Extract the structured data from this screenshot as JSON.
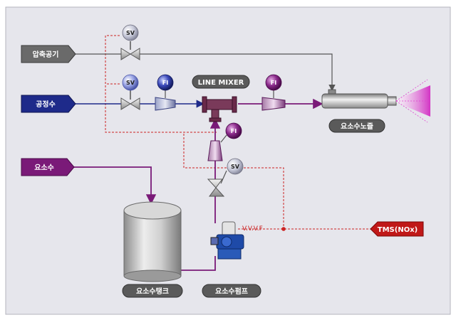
{
  "inputs": {
    "compressed_air": "압축공기",
    "process_water": "공정수",
    "urea_solution": "요소수"
  },
  "components": {
    "line_mixer": "LINE MIXER",
    "urea_nozzle": "요소수노즐",
    "urea_tank": "요소수탱크",
    "urea_pump": "요소수펌프",
    "tms": "TMS(NOx)",
    "vvvf": "V.V.V.F"
  },
  "instruments": {
    "sv": "SV",
    "fi": "FI"
  },
  "colors": {
    "background": "#e6e6ec",
    "air_line": "#555555",
    "water_line": "#1e2a8a",
    "urea_line": "#7a1a78",
    "signal_line": "#cc2222",
    "tms_box": "#c01818",
    "sv_ball": "#b8c0e8",
    "fi_ball": "#8a2a8a"
  }
}
